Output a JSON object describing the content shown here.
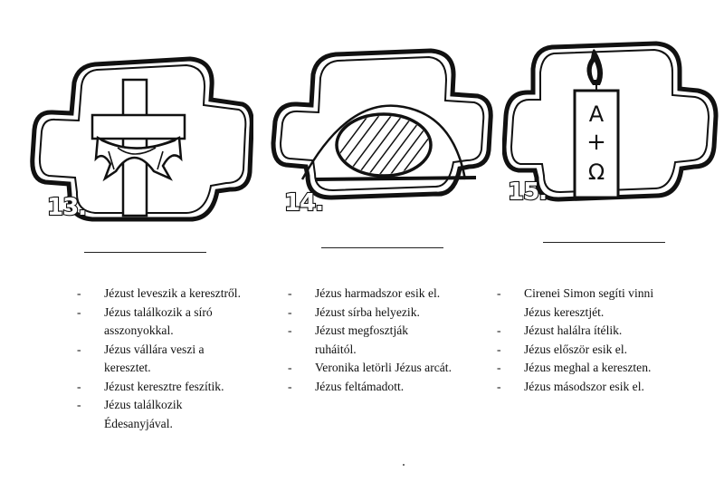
{
  "panels": [
    {
      "number": "13.",
      "icon": "cross-with-shroud-icon"
    },
    {
      "number": "14.",
      "icon": "sealed-tomb-icon"
    },
    {
      "number": "15.",
      "icon": "paschal-candle-icon"
    }
  ],
  "candle": {
    "alpha": "A",
    "cross": "+",
    "omega": "Ω"
  },
  "columns": [
    {
      "items": [
        {
          "lines": [
            "Jézust leveszik a keresztről."
          ]
        },
        {
          "lines": [
            "Jézus találkozik a síró",
            "asszonyokkal."
          ]
        },
        {
          "lines": [
            "Jézus vállára veszi a",
            "keresztet."
          ]
        },
        {
          "lines": [
            "Jézust keresztre feszítik."
          ]
        },
        {
          "lines": [
            "Jézus találkozik",
            "Édesanyjával."
          ]
        }
      ]
    },
    {
      "items": [
        {
          "lines": [
            "Jézus harmadszor esik el."
          ]
        },
        {
          "lines": [
            "Jézust sírba helyezik."
          ]
        },
        {
          "lines": [
            "Jézust megfosztják",
            "ruháitól."
          ]
        },
        {
          "lines": [
            "Veronika letörli Jézus arcát."
          ]
        },
        {
          "lines": [
            "Jézus feltámadott."
          ]
        }
      ]
    },
    {
      "items": [
        {
          "lines": [
            "Cirenei Simon segíti vinni",
            "Jézus keresztjét."
          ]
        },
        {
          "lines": [
            "Jézust halálra ítélik."
          ]
        },
        {
          "lines": [
            "Jézus először esik el."
          ]
        },
        {
          "lines": [
            "Jézus meghal a kereszten."
          ]
        },
        {
          "lines": [
            "Jézus másodszor esik el."
          ]
        }
      ]
    }
  ]
}
